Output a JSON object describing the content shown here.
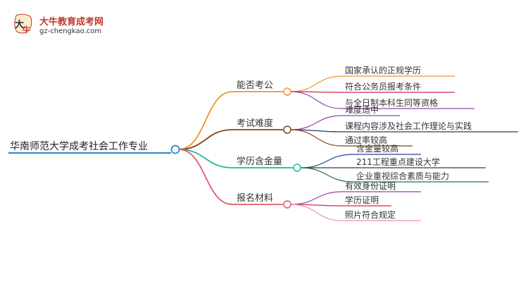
{
  "brand": {
    "title": "大牛教育成考网",
    "url": "gz-chengkao.com",
    "logo_icon": "bull-logo-icon"
  },
  "mindmap": {
    "root": "华南师范大学成考社会工作专业",
    "branches": [
      {
        "label": "能否考公",
        "color": "#f0932b",
        "children": [
          {
            "label": "国家承认的正规学历",
            "color": "#f0932b"
          },
          {
            "label": "符合公务员报考条件",
            "color": "#d9234a"
          },
          {
            "label": "与全日制本科生同等资格",
            "color": "#8e44ad"
          }
        ]
      },
      {
        "label": "考试难度",
        "color": "#8b4513",
        "children": [
          {
            "label": "难度适中",
            "color": "#8e44ad"
          },
          {
            "label": "课程内容涉及社会工作理论与实践",
            "color": "#2c3e50"
          },
          {
            "label": "通过率较高",
            "color": "#8b4513"
          }
        ]
      },
      {
        "label": "学历含金量",
        "color": "#1abc9c",
        "children": [
          {
            "label": "含金量较高",
            "color": "#2c3e8f"
          },
          {
            "label": "211工程重点建设大学",
            "color": "#2c3e50"
          },
          {
            "label": "企业重视综合素质与能力",
            "color": "#1f7a3a"
          }
        ]
      },
      {
        "label": "报名材料",
        "color": "#e05a6f",
        "children": [
          {
            "label": "有效身份证明",
            "color": "#8e44ad"
          },
          {
            "label": "学历证明",
            "color": "#d9234a"
          },
          {
            "label": "照片符合规定",
            "color": "#e88fb0"
          }
        ]
      }
    ]
  },
  "colors": {
    "root": "#2e86c1",
    "node_fill": "#ffffff"
  }
}
